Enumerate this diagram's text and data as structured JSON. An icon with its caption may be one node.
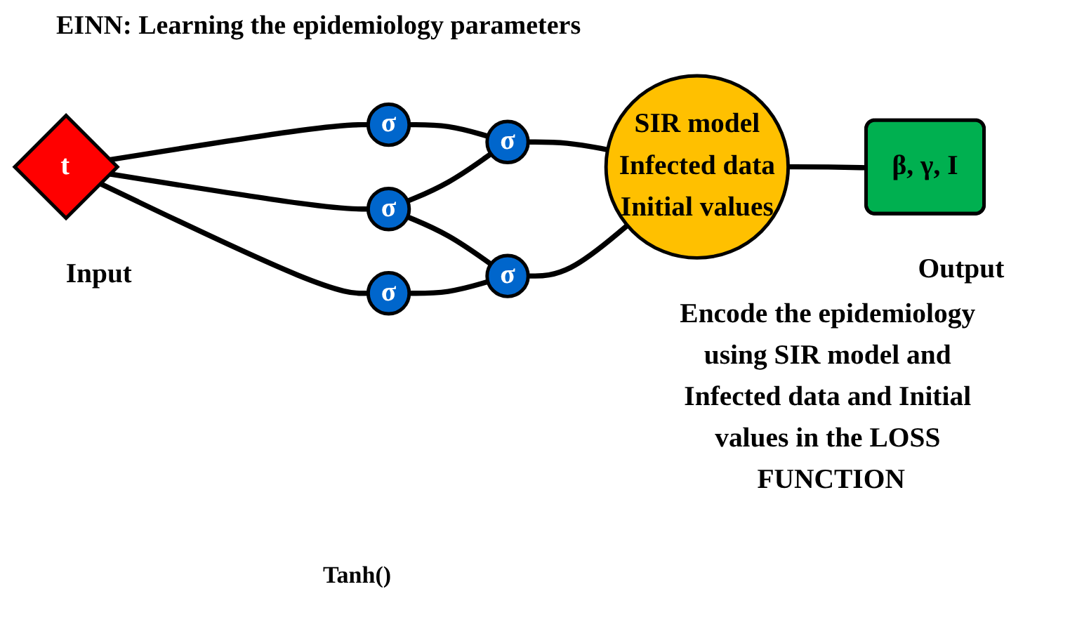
{
  "diagram": {
    "title": "EINN: Learning the epidemiology parameters",
    "nodes": [
      {
        "text": [
          "t"
        ],
        "beside": [
          "Input"
        ]
      },
      {
        "text": [
          "σ"
        ]
      },
      {
        "text": [
          "σ"
        ]
      },
      {
        "text": [
          "σ"
        ]
      },
      {
        "text": [
          "σ"
        ]
      },
      {
        "text": [
          "σ"
        ]
      },
      {
        "text": [
          "SIR model",
          "Infected data",
          "Initial values"
        ],
        "beside": [
          "Encode the epidemiology using SIR model and Infected data and Initial values in the LOSS FUNCTION"
        ]
      },
      {
        "text": [
          "β, γ, I"
        ],
        "beside": [
          "Output"
        ]
      }
    ],
    "edges": [
      {
        "from": 0,
        "to": 1,
        "arrow": "none"
      },
      {
        "from": 0,
        "to": 2,
        "arrow": "none"
      },
      {
        "from": 0,
        "to": 3,
        "arrow": "none"
      },
      {
        "from": 1,
        "to": 4,
        "arrow": "none"
      },
      {
        "from": 2,
        "to": 4,
        "arrow": "none"
      },
      {
        "from": 2,
        "to": 5,
        "arrow": "none"
      },
      {
        "from": 3,
        "to": 5,
        "arrow": "none"
      },
      {
        "from": 4,
        "to": 6,
        "arrow": "none"
      },
      {
        "from": 5,
        "to": 6,
        "arrow": "none"
      },
      {
        "from": 6,
        "to": 7,
        "arrow": "none"
      }
    ],
    "labels": [
      "Tanh()"
    ]
  }
}
